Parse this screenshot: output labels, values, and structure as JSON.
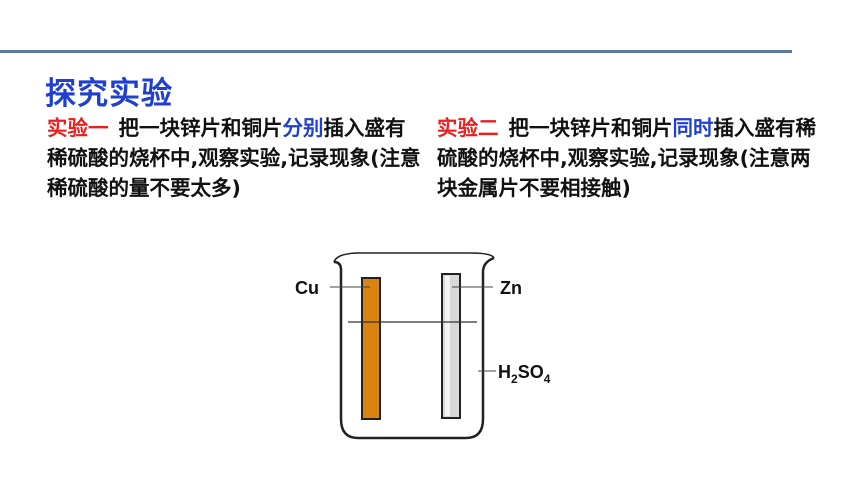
{
  "slide": {
    "title": "探究实验",
    "experiment1": {
      "label": "实验一",
      "text_a": "把一块锌片和铜片",
      "highlight": "分别",
      "text_b": "插入盛有稀硫酸的烧杯中,观察实验,记录现象(注意稀硫酸的量不要太多)"
    },
    "experiment2": {
      "label": "实验二",
      "text_a": "把一块锌片和铜片",
      "highlight": "同时",
      "text_b": "插入盛有稀硫酸的烧杯中,观察实验,记录现象(注意两块金属片不要相接触)"
    }
  },
  "diagram": {
    "copper_label": "Cu",
    "zinc_label": "Zn",
    "acid_label": "H2SO4",
    "acid_h": "H",
    "acid_sub1": "2",
    "acid_so": "SO",
    "acid_sub2": "4",
    "colors": {
      "copper": "#d98310",
      "zinc": "#d8d8d8",
      "beaker": "#222222"
    }
  }
}
